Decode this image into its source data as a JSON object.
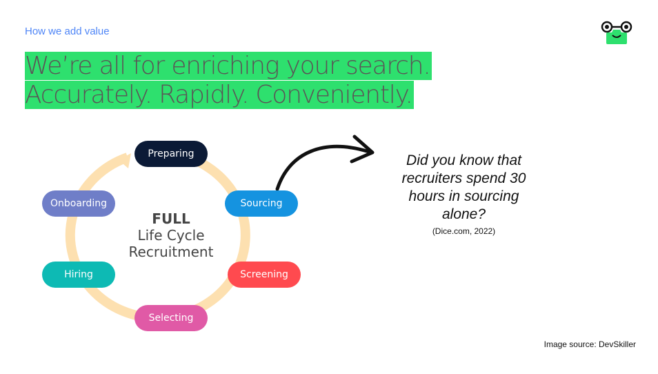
{
  "header": {
    "subtitle": "How we add value",
    "logo_icon": "goggle-face-logo"
  },
  "headline": {
    "line1": "We’re all for enriching your search.",
    "line2": "Accurately. Rapidly. Conveniently."
  },
  "diagram": {
    "center_bold": "FULL",
    "center_line2": "Life Cycle",
    "center_line3": "Recruitment",
    "stages": [
      {
        "label": "Preparing",
        "color": "#0b1a36"
      },
      {
        "label": "Sourcing",
        "color": "#1593e0"
      },
      {
        "label": "Screening",
        "color": "#ff4a4f"
      },
      {
        "label": "Selecting",
        "color": "#e05aa6"
      },
      {
        "label": "Hiring",
        "color": "#0dbab4"
      },
      {
        "label": "Onboarding",
        "color": "#6f7ec8"
      }
    ],
    "ring_color": "#fde0b0"
  },
  "fact": {
    "text": "Did you know that recruiters spend 30 hours in sourcing alone?",
    "citation": "(Dice.com, 2022)"
  },
  "footer": {
    "image_source": "Image source: DevSkiller"
  }
}
